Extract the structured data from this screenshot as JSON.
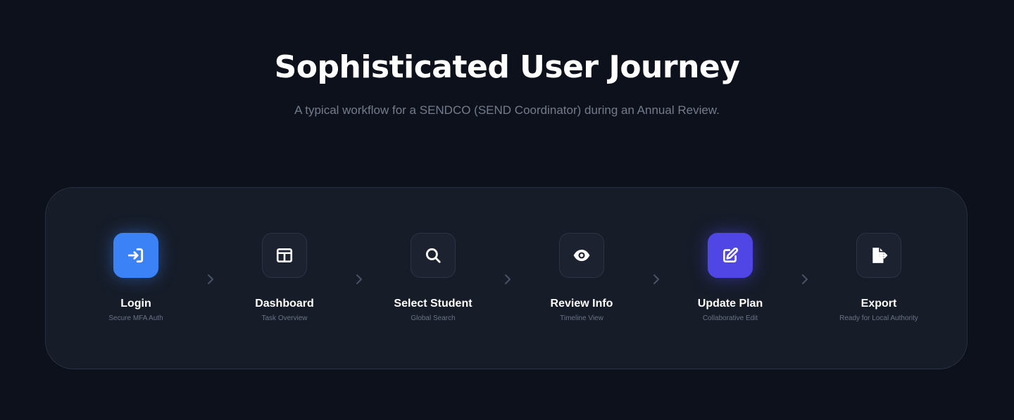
{
  "header": {
    "title": "Sophisticated User Journey",
    "subtitle": "A typical workflow for a SENDCO (SEND Coordinator) during an Annual Review."
  },
  "colors": {
    "background": "#0c111c",
    "card": "#161c28",
    "accent_blue": "#3b82f6",
    "accent_purple": "#5046e5",
    "muted_text": "#747c8c"
  },
  "journey": {
    "steps": [
      {
        "label": "Login",
        "sub": "Secure MFA Auth",
        "icon": "login-icon",
        "highlight": "blue"
      },
      {
        "label": "Dashboard",
        "sub": "Task Overview",
        "icon": "dashboard-icon",
        "highlight": "none"
      },
      {
        "label": "Select Student",
        "sub": "Global Search",
        "icon": "search-icon",
        "highlight": "none"
      },
      {
        "label": "Review Info",
        "sub": "Timeline View",
        "icon": "eye-icon",
        "highlight": "none"
      },
      {
        "label": "Update Plan",
        "sub": "Collaborative Edit",
        "icon": "edit-icon",
        "highlight": "purple"
      },
      {
        "label": "Export",
        "sub": "Ready for Local Authority",
        "icon": "file-export-icon",
        "highlight": "none"
      }
    ],
    "connector_icon": "chevron-right-icon"
  }
}
